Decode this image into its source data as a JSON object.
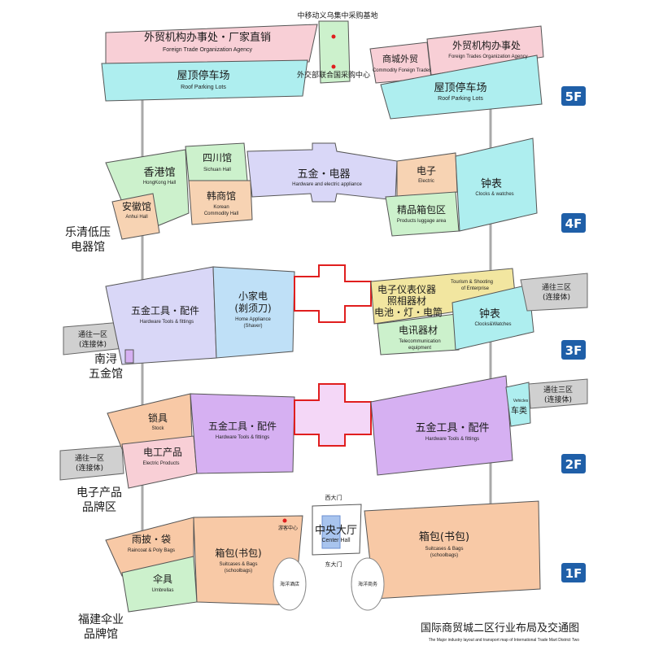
{
  "floors": {
    "f5": {
      "badge": "5F",
      "trade_left": {
        "cn": "外贸机构办事处・厂家直销",
        "en": "Foreign Trade Organization Agency"
      },
      "parking_left": {
        "cn": "屋顶停车场",
        "en": "Roof Parking Lots"
      },
      "commerce": {
        "cn": "商城外贸",
        "en": "Commodity Foreign Trades"
      },
      "trade_right": {
        "cn": "外贸机构办事处",
        "en": "Foreign Trades Organization Agency"
      },
      "parking_right": {
        "cn": "屋顶停车场",
        "en": "Roof Parking Lots"
      },
      "mobile_base": "中移动义乌集中采购基地",
      "un_center": "外交部联合国采购中心"
    },
    "f4": {
      "badge": "4F",
      "hongkong": {
        "cn": "香港馆",
        "en": "HongKong Hall"
      },
      "sichuan": {
        "cn": "四川馆",
        "en": "Sichuan Hall"
      },
      "korean": {
        "cn": "韩商馆",
        "en1": "Korean",
        "en2": "Commodity Hall"
      },
      "anhui": {
        "cn": "安徽馆",
        "en": "Anhui Hall"
      },
      "hardware": {
        "cn": "五金・电器",
        "en": "Hardware and electric appliance"
      },
      "electric": {
        "cn": "电子",
        "en": "Electric"
      },
      "luggage": {
        "cn": "精品箱包区",
        "en": "Products luggage area"
      },
      "clocks": {
        "cn": "钟表",
        "en": "Clocks & watches"
      }
    },
    "f3": {
      "badge": "3F",
      "tools": {
        "cn": "五金工具・配件",
        "en": "Hardware Tools & fittings"
      },
      "appliance": {
        "cn1": "小家电",
        "cn2": "(剃须刀)",
        "en1": "Home Appliance",
        "en2": "(Shaver)"
      },
      "instruments": {
        "cn1": "电子仪表仪器",
        "cn2": "照相器材",
        "cn3": "电池・灯・电筒"
      },
      "tourism": {
        "en1": "Tourism & Shooting",
        "en2": "of Enterprise"
      },
      "telecom": {
        "cn": "电讯器材",
        "en1": "Telecommunication",
        "en2": "equipment"
      },
      "clocks": {
        "cn": "钟表",
        "en": "Clocks&Watches"
      },
      "link_left": {
        "cn1": "通往一区",
        "cn2": "(连接体)"
      },
      "link_right": {
        "cn1": "通往三区",
        "cn2": "(连接体)"
      }
    },
    "f2": {
      "badge": "2F",
      "lock": {
        "cn": "锁具",
        "en": "Stock"
      },
      "electric": {
        "cn": "电工产品",
        "en": "Electric Products"
      },
      "tools_left": {
        "cn": "五金工具・配件",
        "en": "Hardware Tools & fittings"
      },
      "tools_right": {
        "cn": "五金工具・配件",
        "en": "Hardware Tools & fittings"
      },
      "vehicle": {
        "cn": "车类",
        "en": "Vehicles"
      },
      "link_left": {
        "cn1": "通往一区",
        "cn2": "(连接体)"
      },
      "link_right": {
        "cn1": "通往三区",
        "cn2": "(连接体)"
      }
    },
    "f1": {
      "badge": "1F",
      "rain": {
        "cn": "雨披・袋",
        "en": "Raincoat & Poly Bags"
      },
      "umbrella": {
        "cn": "伞具",
        "en": "Umbrellas"
      },
      "bags_left": {
        "cn": "箱包(书包)",
        "en1": "Suitcases & Bags",
        "en2": "(schoolbags)"
      },
      "bags_right": {
        "cn": "箱包(书包)",
        "en1": "Suitcases & Bags",
        "en2": "(schoolbags)"
      },
      "visitor": "游客中心",
      "center": {
        "cn": "中央大厅",
        "en": "Center Hall"
      },
      "west_gate": "西大门",
      "east_gate": "东大门",
      "hotel": "海洋酒店",
      "hotel2": "海洋商务"
    }
  },
  "side_labels": {
    "yueqing": [
      "乐清低压",
      "电器馆"
    ],
    "nanxun": [
      "南浔",
      "五金馆"
    ],
    "electronics": [
      "电子产品",
      "品牌区"
    ],
    "fujian": [
      "福建伞业",
      "品牌馆"
    ]
  },
  "caption": {
    "cn": "国际商贸城二区行业布局及交通图",
    "en": "The Major industry layout and transport map of International Trade Mart District Two"
  },
  "colors": {
    "pink": "#f8cfd6",
    "cyan": "#aeeeef",
    "green": "#ccf1cc",
    "lavender": "#d9d7f7",
    "blue": "#bfe0f7",
    "peach": "#f7d3b3",
    "magenta": "#d6b0f2",
    "orange": "#f8c9a6",
    "yellow": "#f2e6a0",
    "badge": "#1f5fa8"
  }
}
